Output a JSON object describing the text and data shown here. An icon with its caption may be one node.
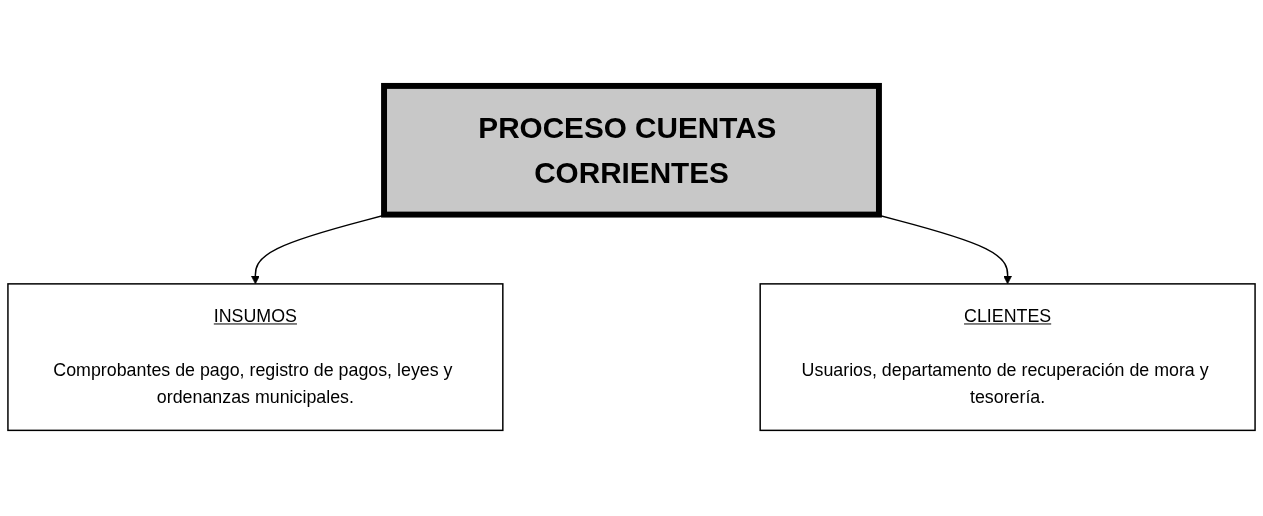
{
  "diagram": {
    "nodes": [
      {
        "text": [
          "PROCESO CUENTAS CORRIENTES"
        ]
      },
      {
        "text": [
          "INSUMOS",
          "Comprobantes de pago, registro de pagos, leyes y ordenanzas municipales."
        ]
      },
      {
        "text": [
          "CLIENTES",
          "Usuarios, departamento de recuperación de mora y tesorería."
        ]
      }
    ],
    "edges": [
      {
        "from": 0,
        "to": 1,
        "arrow": "to"
      },
      {
        "from": 0,
        "to": 2,
        "arrow": "to"
      }
    ]
  }
}
